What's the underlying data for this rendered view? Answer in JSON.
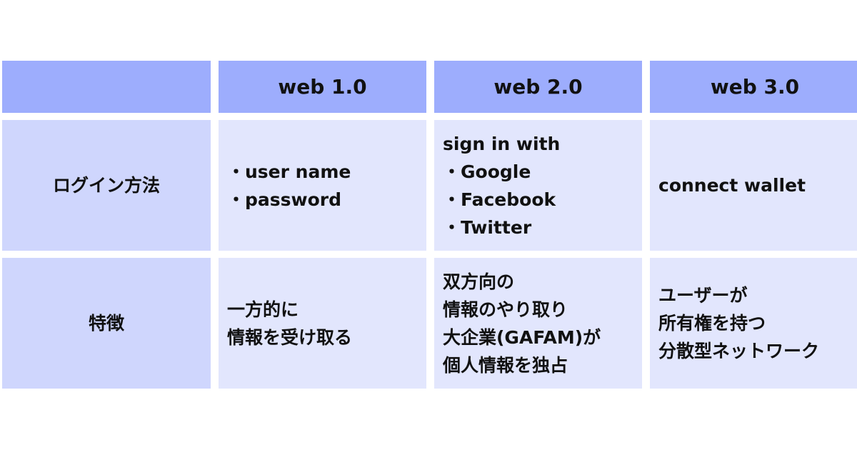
{
  "header": {
    "corner": "",
    "columns": [
      "web 1.0",
      "web 2.0",
      "web 3.0"
    ]
  },
  "rows": [
    {
      "label": "ログイン方法",
      "cells": [
        [
          "・user name",
          "・password"
        ],
        [
          "sign in with",
          "・Google",
          "・Facebook",
          "・Twitter"
        ],
        [
          "connect wallet"
        ]
      ]
    },
    {
      "label": "特徴",
      "cells": [
        [
          "一方的に",
          "情報を受け取る"
        ],
        [
          "双方向の",
          "情報のやり取り",
          "大企業(GAFAM)が",
          "個人情報を独占"
        ],
        [
          "ユーザーが",
          "所有権を持つ",
          "分散型ネットワーク"
        ]
      ]
    }
  ],
  "colors": {
    "header_bg": "#9dadfd",
    "row_header_bg": "#cfd6fd",
    "cell_bg": "#e2e6fd",
    "text": "#111111"
  }
}
